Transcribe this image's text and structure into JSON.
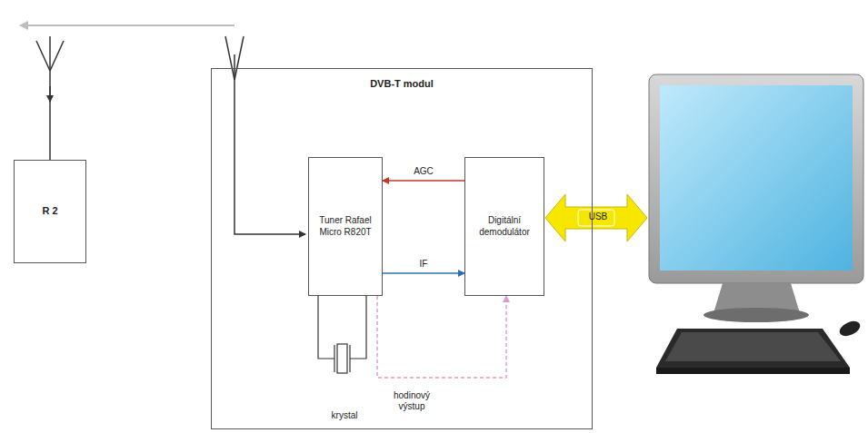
{
  "diagram": {
    "nodes": [
      {
        "text": [
          "R 2"
        ]
      },
      {
        "text": [
          "DVB-T modul"
        ]
      },
      {
        "text": [
          "Tuner Rafael Micro R820T"
        ],
        "in": 1
      },
      {
        "text": [
          "Digitální demodulátor"
        ],
        "in": 1
      }
    ],
    "edges": [
      {
        "from": 3,
        "to": 2,
        "label": "AGC",
        "arrow": "to"
      },
      {
        "from": 2,
        "to": 3,
        "label": "IF",
        "arrow": "to"
      },
      {
        "from": 2,
        "to": 3,
        "arrow": "to"
      }
    ],
    "labels": [
      "USB",
      "krystal",
      "hodinový výstup"
    ]
  }
}
